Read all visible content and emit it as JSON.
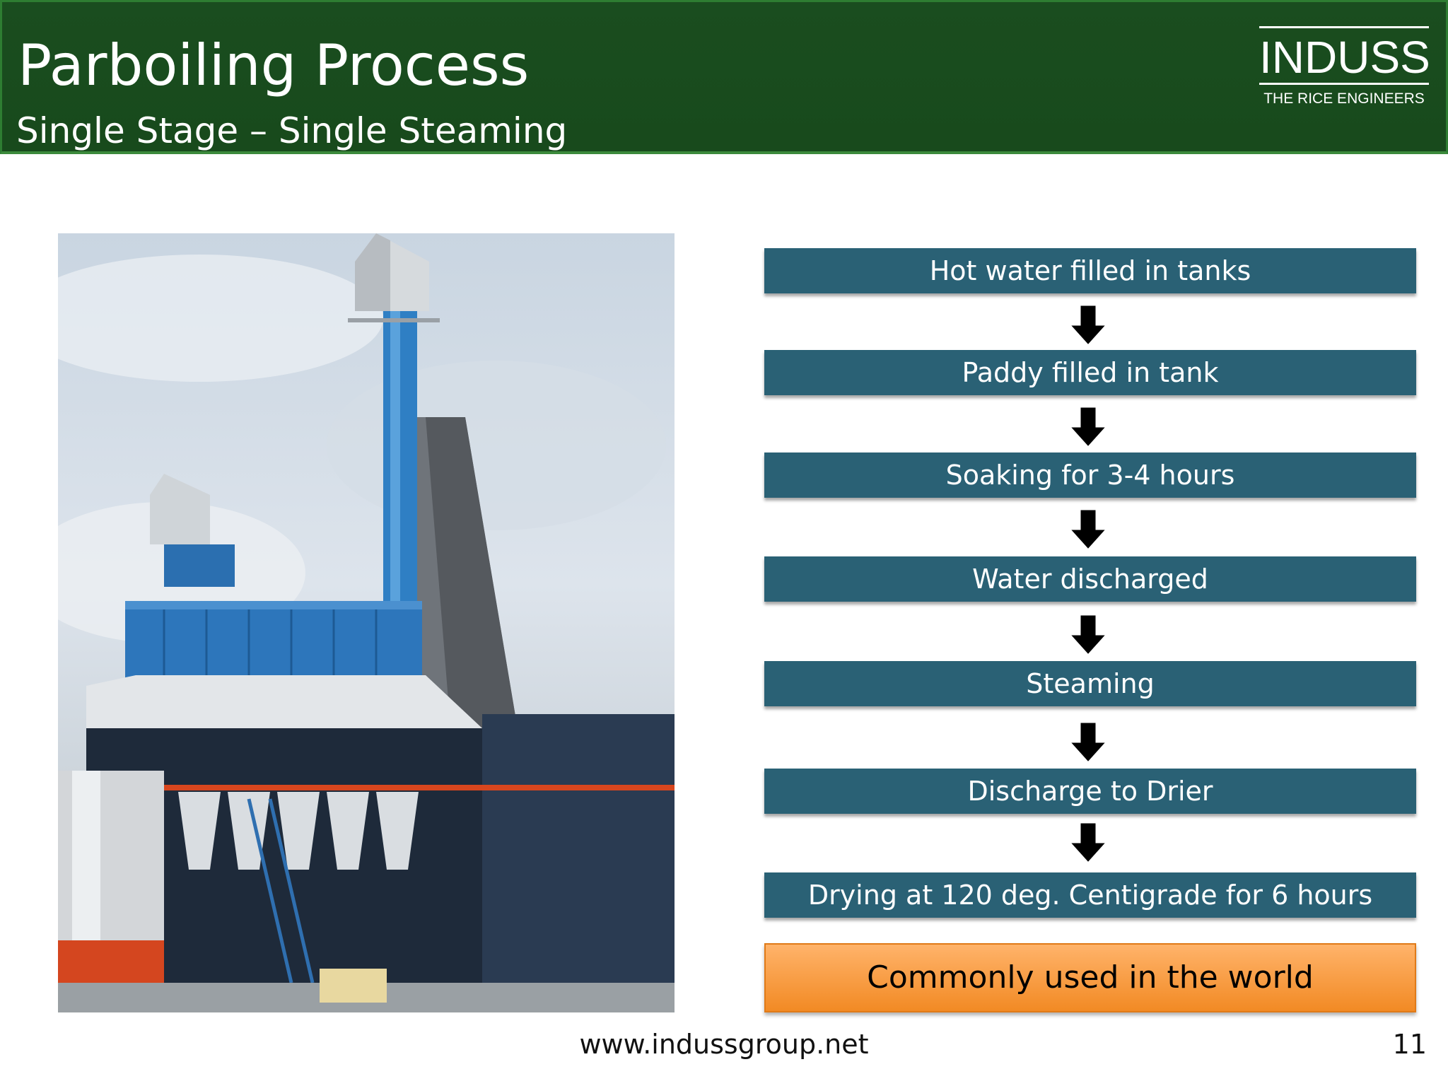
{
  "header": {
    "title": "Parboiling Process",
    "subtitle": "Single Stage – Single Steaming",
    "brand": {
      "name": "INDUSS",
      "tagline": "THE RICE ENGINEERS"
    }
  },
  "photo": {
    "caption": "parboiling plant photograph"
  },
  "process_steps": [
    "Hot water filled in tanks",
    "Paddy filled in tank",
    "Soaking for 3-4 hours",
    "Water discharged",
    "Steaming",
    "Discharge to Drier",
    "Drying at 120 deg. Centigrade for 6 hours"
  ],
  "highlight": "Commonly used in the world",
  "footer": {
    "url": "www.indussgroup.net",
    "page": "11"
  },
  "colors": {
    "header_bg": "#1a4d1f",
    "step_bg": "#2a6175",
    "highlight_bg": "#f7a04a"
  }
}
